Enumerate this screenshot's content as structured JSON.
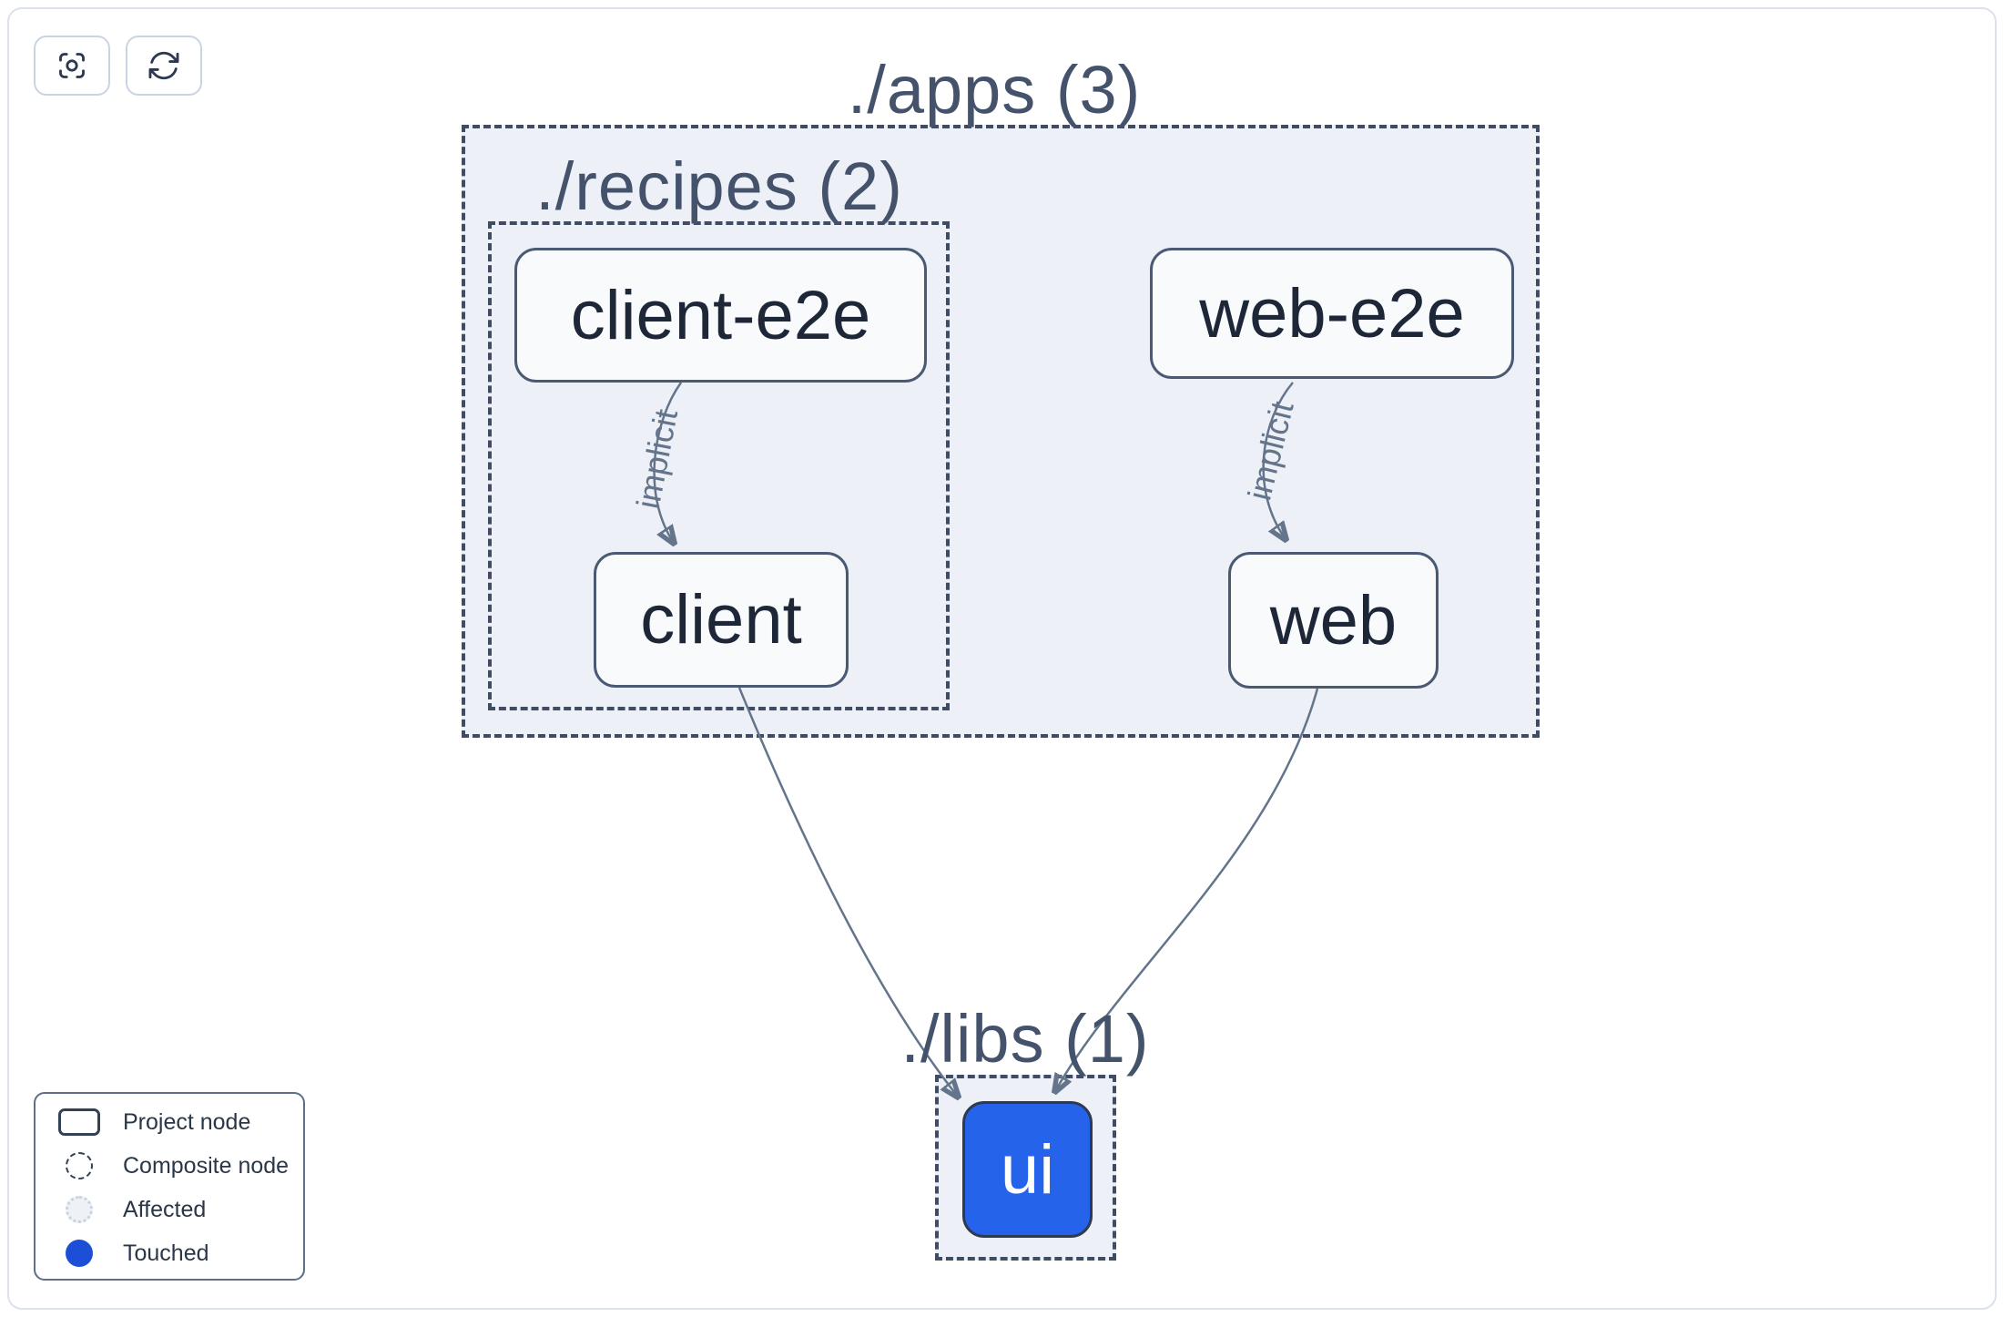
{
  "toolbar": {
    "buttons": [
      {
        "name": "zoom-to-fit",
        "icon": "focus-icon"
      },
      {
        "name": "refresh",
        "icon": "refresh-icon"
      }
    ]
  },
  "graph": {
    "groups": [
      {
        "id": "apps",
        "label": "./apps (3)"
      },
      {
        "id": "recipes",
        "label": "./recipes (2)"
      },
      {
        "id": "libs",
        "label": "./libs (1)"
      }
    ],
    "nodes": [
      {
        "id": "client-e2e",
        "label": "client-e2e",
        "state": "normal"
      },
      {
        "id": "web-e2e",
        "label": "web-e2e",
        "state": "normal"
      },
      {
        "id": "client",
        "label": "client",
        "state": "normal"
      },
      {
        "id": "web",
        "label": "web",
        "state": "normal"
      },
      {
        "id": "ui",
        "label": "ui",
        "state": "touched"
      }
    ],
    "edges": [
      {
        "source": "client-e2e",
        "target": "client",
        "label": "implicit"
      },
      {
        "source": "web-e2e",
        "target": "web",
        "label": "implicit"
      },
      {
        "source": "client",
        "target": "ui",
        "label": ""
      },
      {
        "source": "web",
        "target": "ui",
        "label": ""
      }
    ]
  },
  "legend": {
    "items": [
      {
        "label": "Project node",
        "swatch": "project-node"
      },
      {
        "label": "Composite node",
        "swatch": "composite-node"
      },
      {
        "label": "Affected",
        "swatch": "affected"
      },
      {
        "label": "Touched",
        "swatch": "touched"
      }
    ]
  },
  "colors": {
    "touched_node_fill": "#2563eb",
    "touched_legend_dot": "#1d4ed8",
    "edge": "#64748b",
    "group_fill": "#edf1f7",
    "group_border": "#3f4c63",
    "node_border": "#4a5a72",
    "node_fill": "#f8fafc",
    "label_text": "#44536b",
    "canvas_border": "#dbe2ee"
  }
}
